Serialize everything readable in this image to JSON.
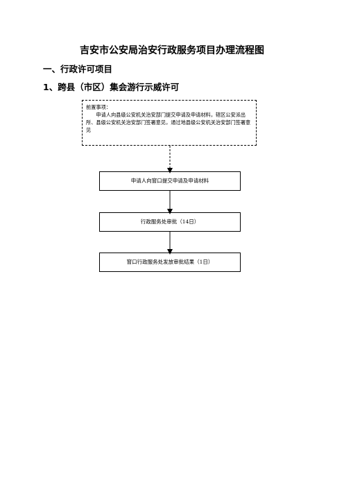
{
  "title": "吉安市公安局治安行政服务项目办理流程图",
  "section": "一、行政许可项目",
  "item": "1、跨县（市区）集会游行示威许可",
  "prerequisite": {
    "label": "前置事项：",
    "text": "申请人向县级公安机关治安部门提交申请及申请材料，辖区公安派出所、县级公安机关治安部门签署意见，通过地县级公安机关治安部门签署意见"
  },
  "steps": [
    "申请人向窗口提交申请及申请材料",
    "行政服务处审批（14日）",
    "窗口行政服务处发放审批结果（1日）"
  ]
}
